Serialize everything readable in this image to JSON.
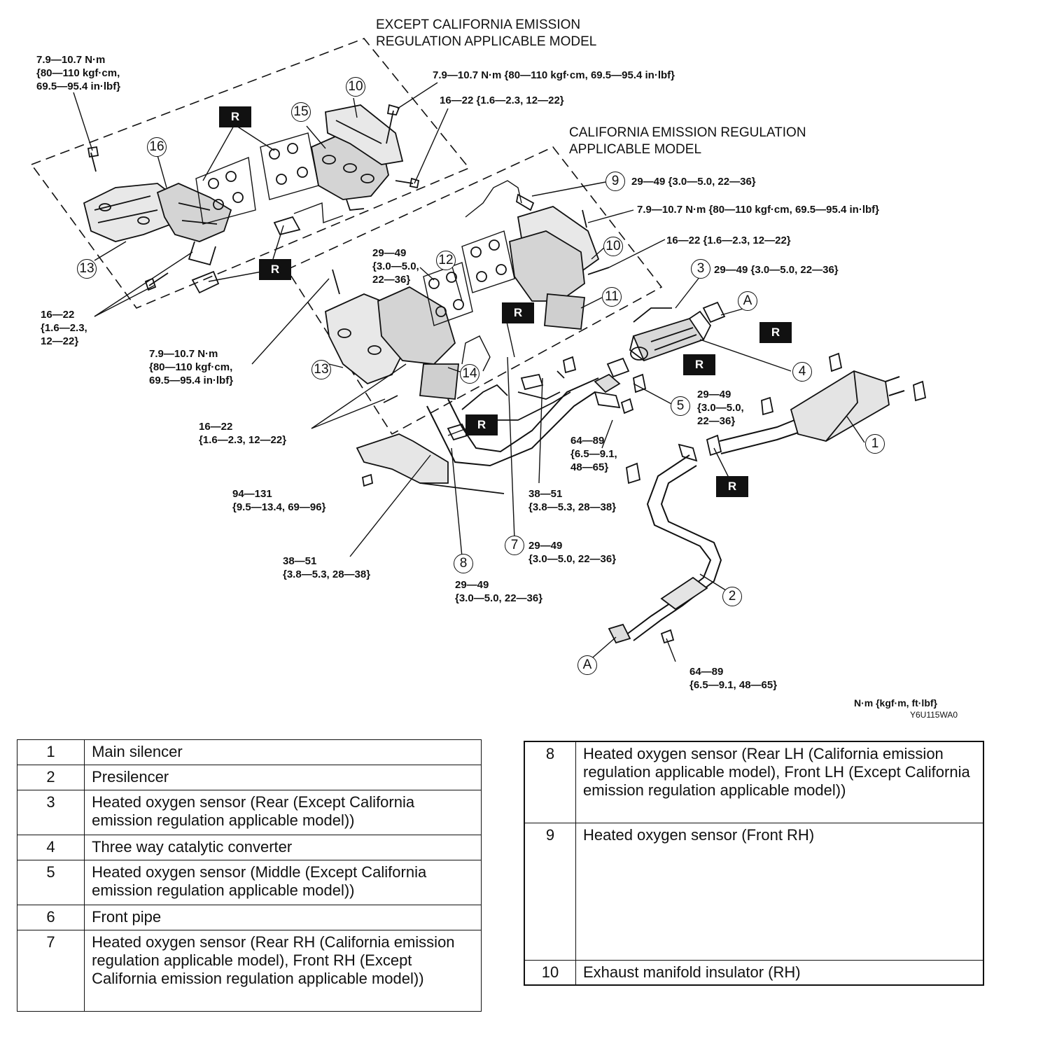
{
  "headings": {
    "except_california": "EXCEPT CALIFORNIA EMISSION\nREGULATION APPLICABLE MODEL",
    "california": "CALIFORNIA EMISSION REGULATION\nAPPLICABLE  MODEL"
  },
  "torque_labels": {
    "t1": "7.9—10.7 N·m\n{80—110 kgf·cm,\n69.5—95.4 in·lbf}",
    "t2": "7.9—10.7 N·m {80—110 kgf·cm, 69.5—95.4 in·lbf}",
    "t3": "16—22 {1.6—2.3, 12—22}",
    "t4": "29—49 {3.0—5.0, 22—36}",
    "t5": "7.9—10.7 N·m {80—110 kgf·cm, 69.5—95.4 in·lbf}",
    "t6": "16—22 {1.6—2.3, 12—22}",
    "t7": "29—49 {3.0—5.0, 22—36}",
    "t8": "29—49\n{3.0—5.0,\n22—36}",
    "t9": "16—22\n{1.6—2.3,\n12—22}",
    "t10": "7.9—10.7 N·m\n{80—110 kgf·cm,\n69.5—95.4 in·lbf}",
    "t11": "29—49\n{3.0—5.0,\n22—36}",
    "t12": "16—22\n{1.6—2.3, 12—22}",
    "t13": "64—89\n{6.5—9.1,\n48—65}",
    "t14": "94—131\n{9.5—13.4, 69—96}",
    "t15": "38—51\n{3.8—5.3, 28—38}",
    "t16": "29—49\n{3.0—5.0, 22—36}",
    "t17": "38—51\n{3.8—5.3, 28—38}",
    "t18": "29—49\n{3.0—5.0, 22—36}",
    "t19": "64—89\n{6.5—9.1, 48—65}"
  },
  "r_mark": "R",
  "callouts": {
    "c1": "1",
    "c2": "2",
    "c3": "3",
    "c4": "4",
    "c5": "5",
    "c7": "7",
    "c8": "8",
    "c9": "9",
    "c10a": "10",
    "c10b": "10",
    "c11": "11",
    "c12": "12",
    "c13a": "13",
    "c13b": "13",
    "c14": "14",
    "c15": "15",
    "c16": "16",
    "cA1": "A",
    "cA2": "A"
  },
  "unit_note": "N·m {kgf·m, ft·lbf}",
  "figure_code": "Y6U115WA0",
  "legend_left": [
    {
      "num": "1",
      "desc": "Main silencer"
    },
    {
      "num": "2",
      "desc": "Presilencer"
    },
    {
      "num": "3",
      "desc": "Heated oxygen sensor (Rear (Except California emission regulation applicable model))"
    },
    {
      "num": "4",
      "desc": "Three way catalytic converter"
    },
    {
      "num": "5",
      "desc": "Heated oxygen sensor (Middle (Except California emission regulation applicable model))"
    },
    {
      "num": "6",
      "desc": "Front pipe"
    },
    {
      "num": "7",
      "desc": "Heated oxygen sensor (Rear RH (California emission regulation applicable model), Front RH (Except California emission regulation applicable model))"
    }
  ],
  "legend_right": [
    {
      "num": "8",
      "desc": "Heated oxygen sensor (Rear LH (California emission regulation applicable model), Front LH (Except California emission regulation applicable model))"
    },
    {
      "num": "9",
      "desc": "Heated oxygen sensor (Front RH)"
    },
    {
      "num": "10",
      "desc": "Exhaust manifold insulator (RH)"
    }
  ]
}
